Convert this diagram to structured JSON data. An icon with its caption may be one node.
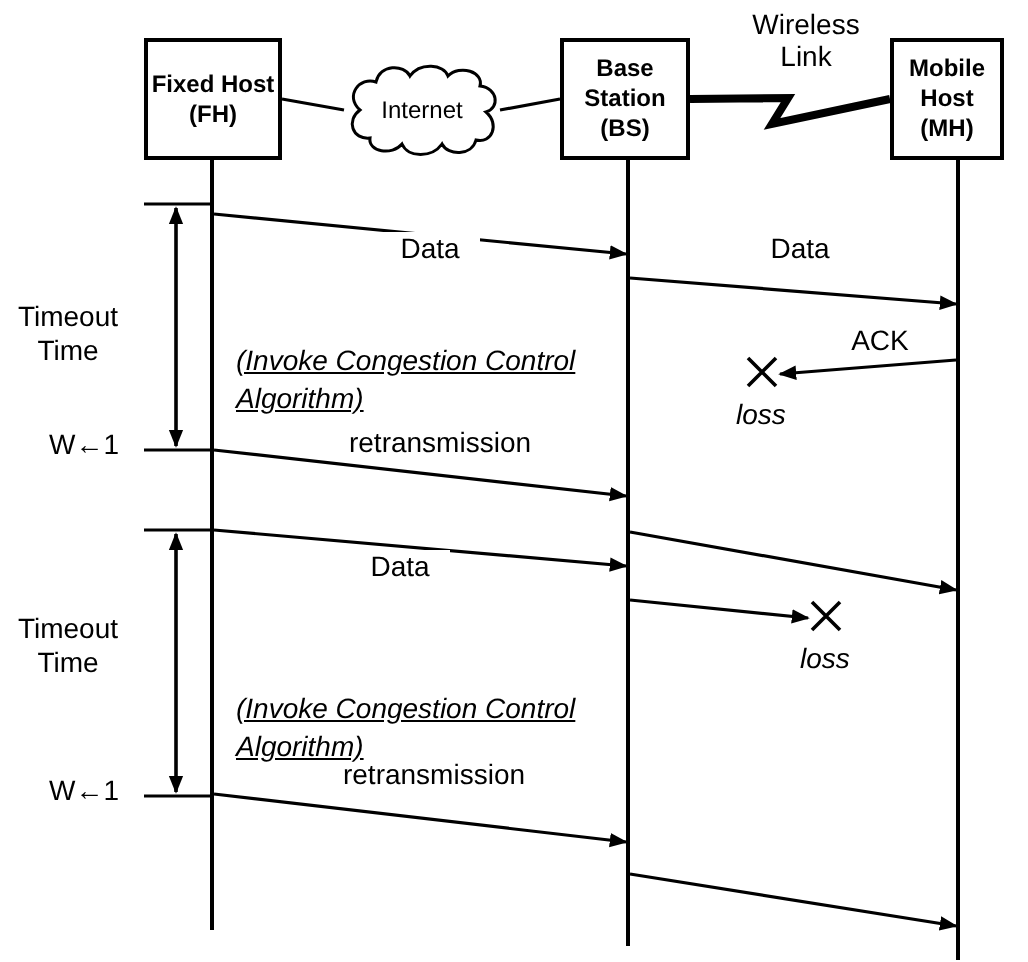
{
  "diagram": {
    "nodes": [
      {
        "text": [
          "Fixed Host (FH)"
        ]
      },
      {
        "text": [
          "Internet"
        ]
      },
      {
        "text": [
          "Base Station (BS)"
        ]
      },
      {
        "text": [
          "Mobile Host (MH)"
        ]
      },
      {
        "text": [],
        "shape": "line"
      },
      {
        "text": [],
        "shape": "line"
      },
      {
        "text": [],
        "shape": "line"
      },
      {
        "text": [],
        "shape": "cross",
        "beside": [
          "loss"
        ]
      },
      {
        "text": [],
        "shape": "cross",
        "beside": [
          "loss"
        ]
      }
    ],
    "edges": [
      {
        "from": 0,
        "to": 1,
        "arrow": "none"
      },
      {
        "from": 1,
        "to": 2,
        "arrow": "none"
      },
      {
        "from": 2,
        "to": 3,
        "arrow": "none",
        "label": "Wireless Link",
        "style": "thick"
      },
      {
        "from": 4,
        "to": 5,
        "arrow": "to",
        "label": "Data"
      },
      {
        "from": 5,
        "to": 6,
        "arrow": "to",
        "label": "Data"
      },
      {
        "from": 6,
        "to": 7,
        "arrow": "to",
        "label": "ACK"
      },
      {
        "from": 4,
        "to": 5,
        "arrow": "to",
        "label": "retransmission"
      },
      {
        "from": 4,
        "to": 5,
        "arrow": "to",
        "label": "Data"
      },
      {
        "from": 5,
        "to": 6,
        "arrow": "to"
      },
      {
        "from": 5,
        "to": 8,
        "arrow": "to"
      },
      {
        "from": 4,
        "to": 5,
        "arrow": "to",
        "label": "retransmission"
      },
      {
        "from": 5,
        "to": 6,
        "arrow": "to"
      }
    ],
    "labels": [
      "Timeout Time",
      "(Invoke Congestion Control Algorithm)",
      "W←1",
      "Timeout Time",
      "(Invoke Congestion Control Algorithm)",
      "W←1"
    ]
  }
}
